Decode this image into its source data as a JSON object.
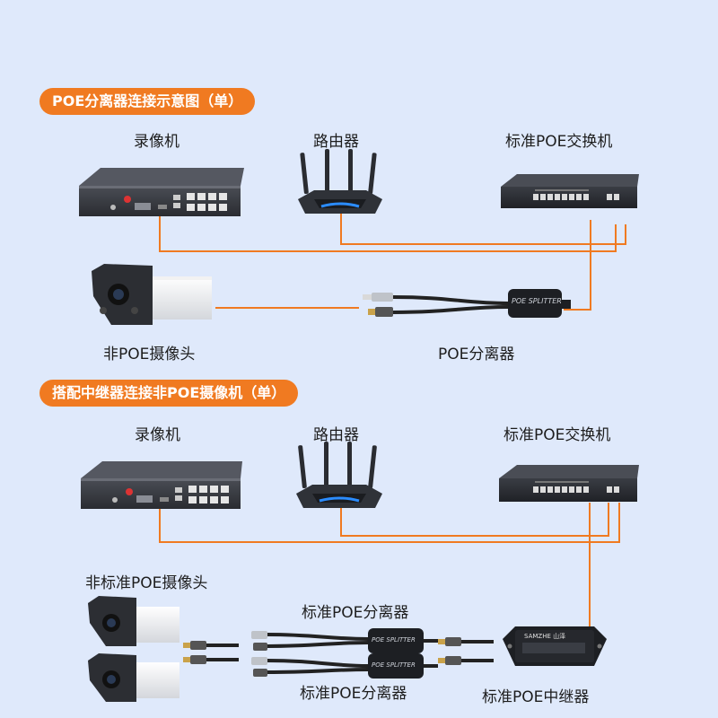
{
  "section1": {
    "title": "POE分离器连接示意图（单）",
    "labels": {
      "recorder": "录像机",
      "router": "路由器",
      "switch": "标准POE交换机",
      "camera": "非POE摄像头",
      "splitter": "POE分离器"
    }
  },
  "section2": {
    "title": "搭配中继器连接非POE摄像机（单）",
    "labels": {
      "recorder": "录像机",
      "router": "路由器",
      "switch": "标准POE交换机",
      "cameras": "非标准POE摄像头",
      "splitter_top": "标准POE分离器",
      "splitter_bottom": "标准POE分离器",
      "repeater": "标准POE中继器"
    }
  },
  "device_text": {
    "splitter_brand": "POE SPLITTER",
    "repeater_brand": "SAMZHE 山泽"
  },
  "colors": {
    "background": "#dfe9fb",
    "accent": "#f07a21",
    "device_dark": "#2a2c31"
  }
}
